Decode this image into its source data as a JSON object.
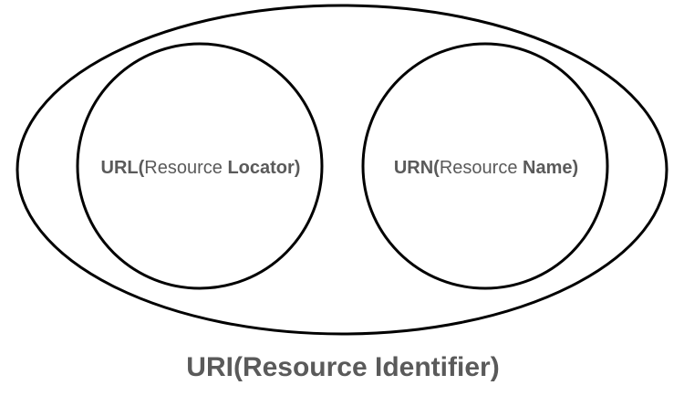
{
  "diagram": {
    "text_color": "#5a5a5a",
    "stroke_color": "#000000",
    "inner_left": {
      "bold_prefix": "URL(",
      "regular": "Resource ",
      "bold_suffix": "Locator)"
    },
    "inner_right": {
      "bold_prefix": "URN(",
      "regular": "Resource ",
      "bold_suffix": "Name)"
    },
    "outer_label": "URI(Resource Identifier)"
  }
}
